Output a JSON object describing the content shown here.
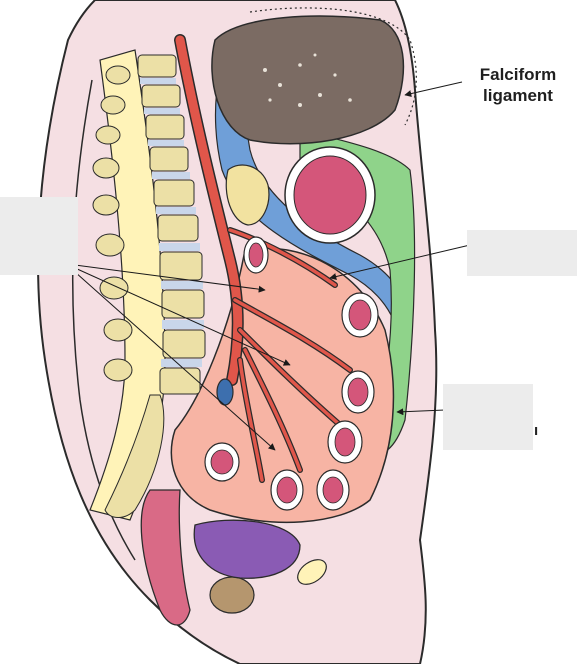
{
  "labels": {
    "falciform_line1": "Falciform",
    "falciform_line2": "ligament",
    "fragment_char": "ı"
  },
  "colors": {
    "skin": "#f5dfe3",
    "body_outline": "#2b2b2b",
    "vertebra": "#ece0a6",
    "vertebra_dot": "#c9b870",
    "spinal_cord": "#fff3b8",
    "disc": "#c9d6ea",
    "aorta": "#e0564a",
    "mesentery": "#f7b4a4",
    "peritoneum_blue": "#6f9fd8",
    "omentum_green": "#8fd38a",
    "liver": "#7b6b63",
    "stomach": "#d4567a",
    "bladder": "#8a5bb4",
    "rectum": "#d96a86",
    "uterus": "#b5966e",
    "pancreas": "#f2e2a0",
    "label_mask": "#ececec"
  }
}
